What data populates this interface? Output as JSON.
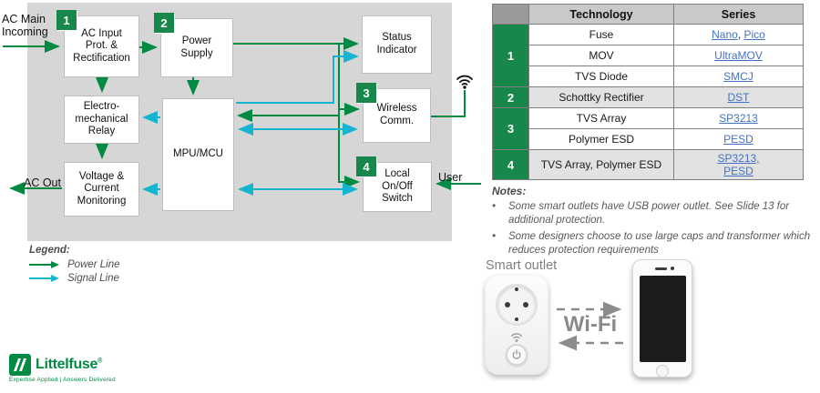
{
  "colors": {
    "power_line_green": "#008a42",
    "signal_line_teal": "#16b5cf",
    "badge_green": "#17874b",
    "link_blue": "#4472c4",
    "canvas_gray": "#d6d6d6"
  },
  "diagram": {
    "labels": {
      "ac_main": "AC Main Incoming",
      "ac_out": "AC Out",
      "user": "User"
    },
    "blocks": [
      {
        "num": "1",
        "label": "AC Input Prot. & Rectification"
      },
      {
        "num": "2",
        "label": "Power Supply"
      },
      {
        "label": "Status Indicator"
      },
      {
        "label": "Electro-mechanical Relay"
      },
      {
        "label": "MPU/MCU"
      },
      {
        "num": "3",
        "label": "Wireless Comm."
      },
      {
        "label": "Voltage & Current Monitoring"
      },
      {
        "num": "4",
        "label": "Local On/Off Switch"
      }
    ],
    "legend": {
      "title": "Legend:",
      "items": [
        {
          "label": "Power Line"
        },
        {
          "label": "Signal Line"
        }
      ]
    }
  },
  "table": {
    "headers": {
      "technology": "Technology",
      "series": "Series"
    },
    "sep": ", ",
    "groups": [
      {
        "num": "1",
        "rows": [
          {
            "tech": "Fuse",
            "links": [
              "Nano",
              "Pico"
            ]
          },
          {
            "tech": "MOV",
            "links": [
              "UltraMOV"
            ]
          },
          {
            "tech": "TVS Diode",
            "links": [
              "SMCJ"
            ]
          }
        ]
      },
      {
        "num": "2",
        "rows": [
          {
            "tech": "Schottky Rectifier",
            "links": [
              "DST"
            ]
          }
        ]
      },
      {
        "num": "3",
        "rows": [
          {
            "tech": "TVS Array",
            "links": [
              "SP3213"
            ]
          },
          {
            "tech": "Polymer ESD",
            "links": [
              "PESD"
            ]
          }
        ]
      },
      {
        "num": "4",
        "rows": [
          {
            "tech": "TVS Array, Polymer ESD",
            "links": [
              "SP3213,",
              "PESD"
            ]
          }
        ]
      }
    ]
  },
  "notes": {
    "title": "Notes:",
    "bullet": "•",
    "items": [
      "Some smart outlets have USB power outlet. See Slide 13 for additional protection.",
      "Some designers choose to use large caps and transformer which reduces protection requirements"
    ]
  },
  "visual": {
    "smart_outlet_label": "Smart outlet",
    "wifi_label": "Wi-Fi"
  },
  "footer": {
    "brand": "Littelfuse",
    "reg": "®",
    "tagline": "Expertise Applied | Answers Delivered"
  }
}
